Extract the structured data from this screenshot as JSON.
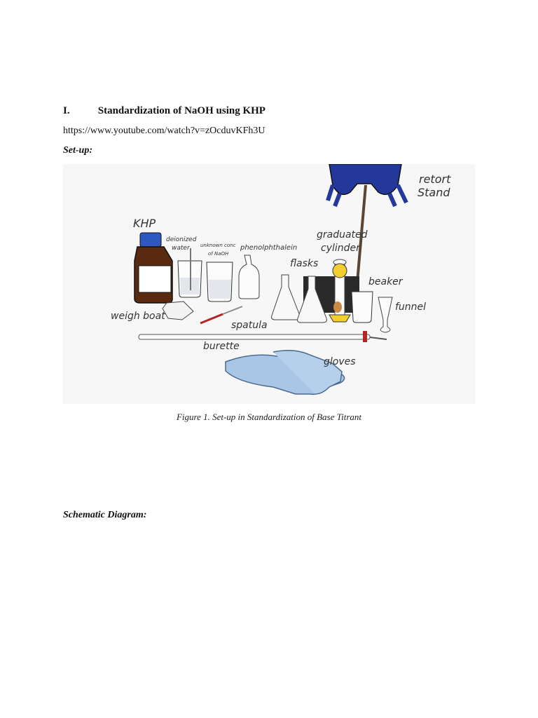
{
  "section": {
    "number": "I.",
    "title": "Standardization of NaOH using KHP",
    "link": "https://www.youtube.com/watch?v=zOcduvKFh3U",
    "setup_label": "Set-up:"
  },
  "figure": {
    "labels": {
      "retort": "retort",
      "stand": "Stand",
      "khp": "KHP",
      "deionized_1": "deionized",
      "deionized_2": "water",
      "naoh_1": "unknown conc",
      "naoh_2": "of NaOH",
      "phenolphthalein": "phenolphthalein",
      "graduated": "graduated",
      "cylinder": "cylinder",
      "flasks": "flasks",
      "beaker": "beaker",
      "funnel": "funnel",
      "weigh_boat": "weigh boat",
      "spatula": "spatula",
      "burette": "burette",
      "gloves": "gloves"
    },
    "caption": "Figure 1. Set-up in Standardization of Base Titrant"
  },
  "schematic_label": "Schematic Diagram:",
  "colors": {
    "stand_blue": "#24389c",
    "khp_cap": "#2f57c0",
    "bottle_brown": "#5a2a10",
    "gloves": "#a9c6e6",
    "spatula": "#b02626",
    "clamp_yellow": "#f2cf2e"
  }
}
